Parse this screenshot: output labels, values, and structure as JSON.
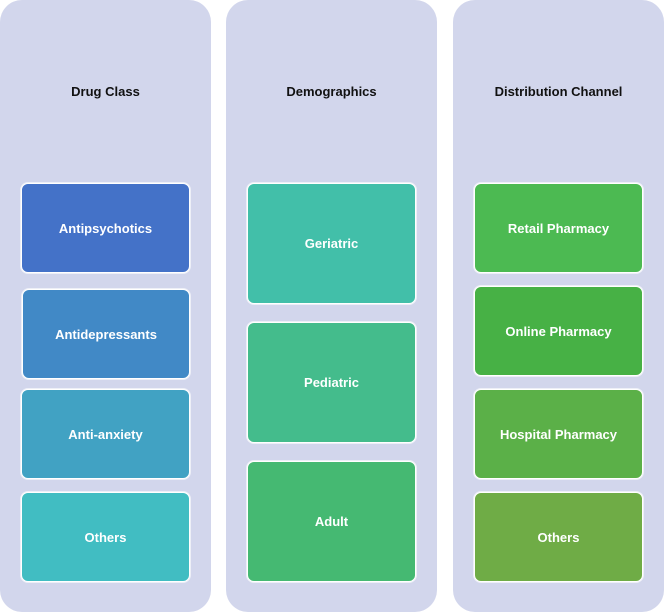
{
  "columns": [
    {
      "title": "Drug Class",
      "items": [
        {
          "label": "Antipsychotics",
          "color": "#4472c8"
        },
        {
          "label": "Antidepressants",
          "color": "#4189c6"
        },
        {
          "label": "Anti-anxiety",
          "color": "#41a2c3"
        },
        {
          "label": "Others",
          "color": "#41bdc2"
        }
      ]
    },
    {
      "title": "Demographics",
      "items": [
        {
          "label": "Geriatric",
          "color": "#42bfa9"
        },
        {
          "label": "Pediatric",
          "color": "#44bc8c"
        },
        {
          "label": "Adult",
          "color": "#45b972"
        }
      ]
    },
    {
      "title": "Distribution Channel",
      "items": [
        {
          "label": "Retail Pharmacy",
          "color": "#4cba52"
        },
        {
          "label": "Online Pharmacy",
          "color": "#47b145"
        },
        {
          "label": "Hospital Pharmacy",
          "color": "#5bb048"
        },
        {
          "label": "Others",
          "color": "#6fac46"
        }
      ]
    }
  ]
}
